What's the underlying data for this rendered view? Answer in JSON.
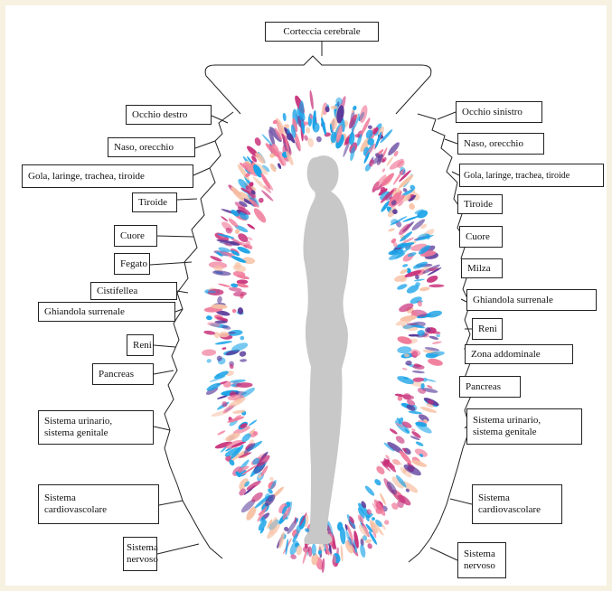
{
  "colors": {
    "frame_background": "#f6f1e1",
    "panel_background": "#ffffff",
    "silhouette": "#c8c8c8",
    "aura_blue": "#1aa3e8",
    "aura_violet": "#5a3a9a",
    "aura_magenta": "#c8307a",
    "aura_pink": "#f07a9a",
    "aura_peach": "#f7c2a6"
  },
  "top_label": "Corteccia cerebrale",
  "labels_left": [
    "Occhio destro",
    "Naso, orecchio",
    "Gola, laringe, trachea, tiroide",
    "Tiroide",
    "Cuore",
    "Fegato",
    "Cistifellea",
    "Ghiandola surrenale",
    "Reni",
    "Pancreas",
    "Sistema urinario,\nsistema genitale",
    "Sistema\ncardiovascolare",
    "Sistema\nnervoso"
  ],
  "labels_right": [
    "Occhio sinistro",
    "Naso, orecchio",
    "Gola, laringe, trachea, tiroide",
    "Tiroide",
    "Cuore",
    "Milza",
    "Ghiandola surrenale",
    "Reni",
    "Zona addominale",
    "Pancreas",
    "Sistema urinario,\nsistema genitale",
    "Sistema\ncardiovascolare",
    "Sistema\nnervoso"
  ]
}
